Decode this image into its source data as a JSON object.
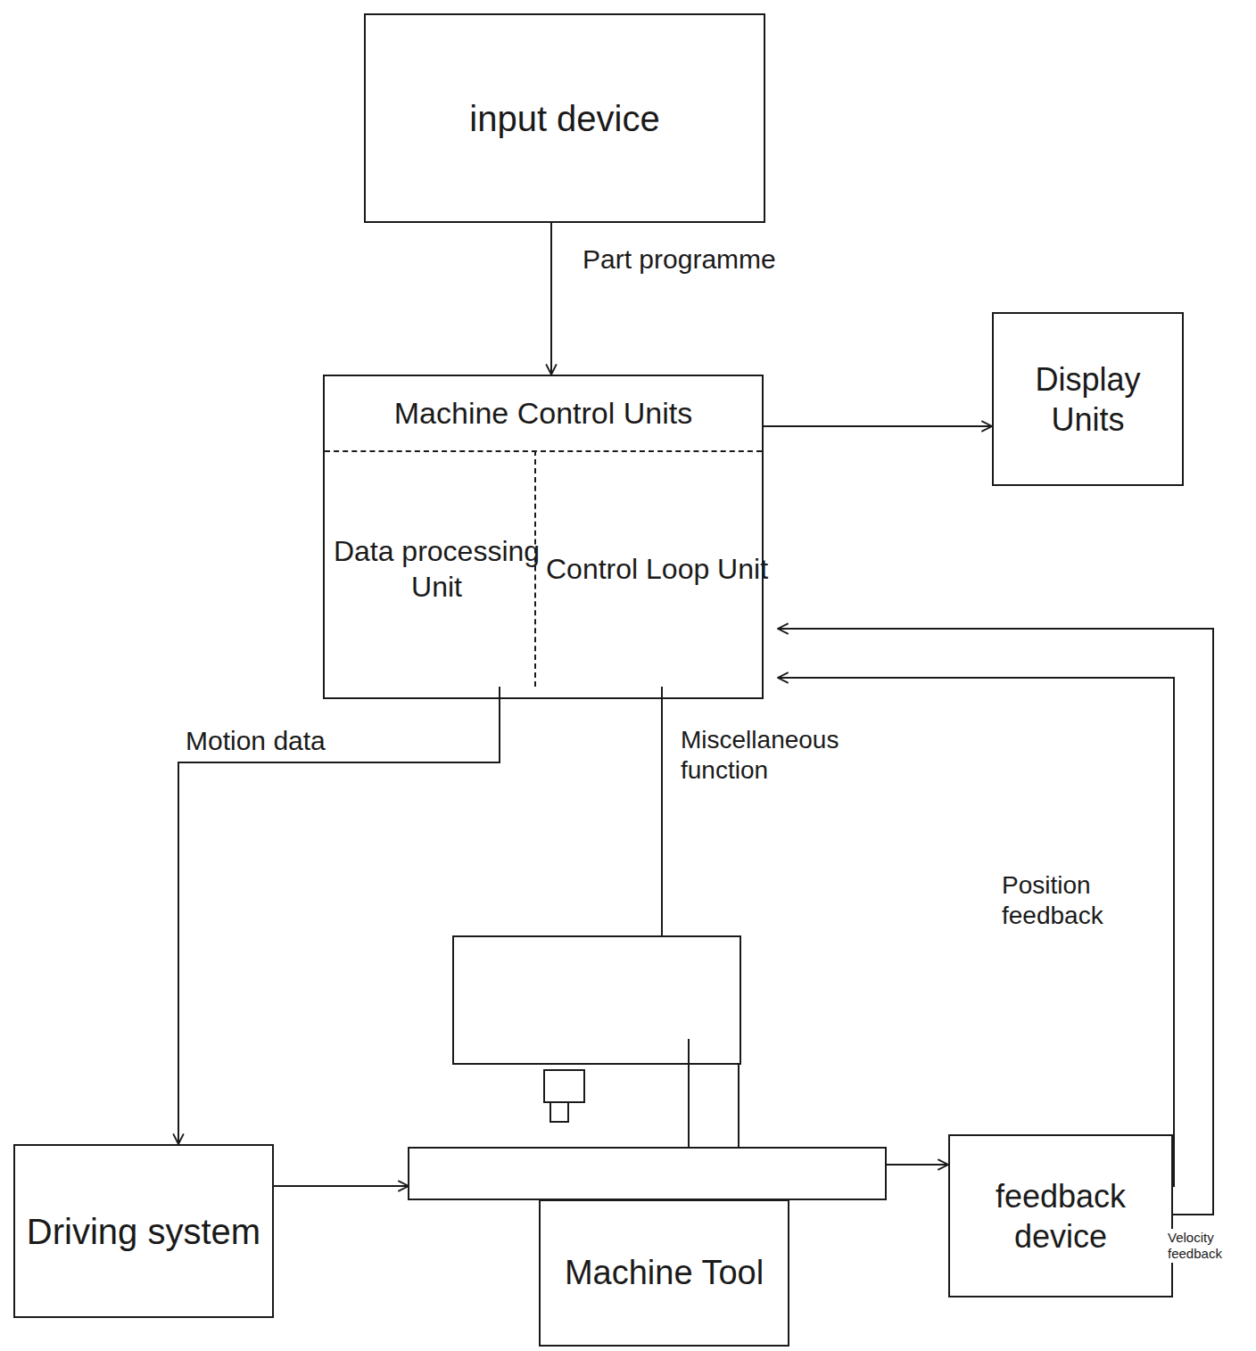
{
  "diagram": {
    "nodes": [
      {
        "text": [
          "input device"
        ]
      },
      {
        "text": [
          "Machine Control Units"
        ]
      },
      {
        "text": [
          "Data processing Unit"
        ],
        "in": 1
      },
      {
        "text": [
          "Control Loop Unit"
        ],
        "in": 1
      },
      {
        "text": [
          "Display Units"
        ]
      },
      {
        "text": [
          "Driving system"
        ]
      },
      {
        "text": [
          "Machine Tool"
        ]
      },
      {
        "text": [
          "feedback device"
        ]
      }
    ],
    "edges": [
      {
        "from": 0,
        "to": 1,
        "arrow": "to",
        "label": "Part programme"
      },
      {
        "from": 1,
        "to": 4,
        "arrow": "to"
      },
      {
        "from": 2,
        "to": 5,
        "arrow": "to",
        "label": "Motion data"
      },
      {
        "from": 3,
        "to": 6,
        "arrow": "none",
        "label": "Miscellaneous function"
      },
      {
        "from": 5,
        "to": 6,
        "arrow": "to"
      },
      {
        "from": 6,
        "to": 7,
        "arrow": "to"
      },
      {
        "from": 7,
        "to": 3,
        "arrow": "to",
        "label": "Position feedback"
      },
      {
        "from": 7,
        "to": 3,
        "arrow": "to",
        "label": "Velocity feedback"
      }
    ]
  }
}
